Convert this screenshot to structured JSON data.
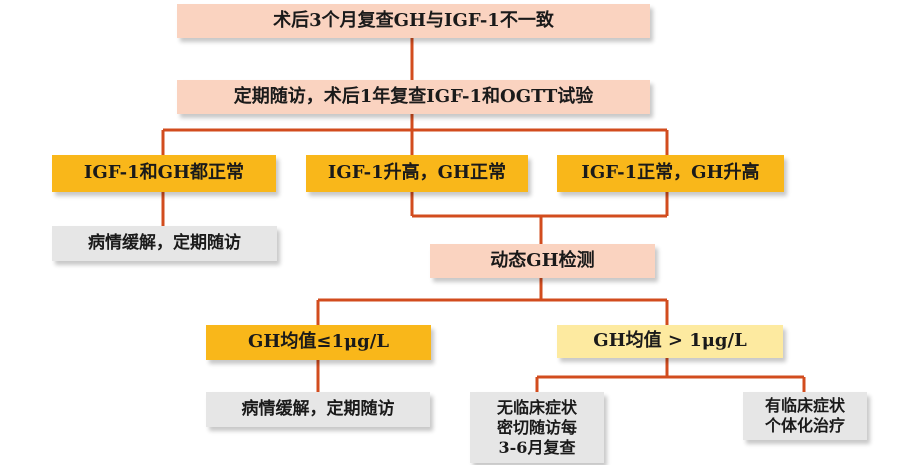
{
  "top_box": "术后3个月复查GH与IGF-1不一致",
  "followup_box": "定期随访，术后1年复查IGF-1和OGTT试验",
  "branch_normal": "IGF-1和GH都正常",
  "branch_igf_high": "IGF-1升高，GH正常",
  "branch_gh_high": "IGF-1正常，GH升高",
  "remission_left": "病情缓解，定期随访",
  "dynamic_gh": "动态GH检测",
  "gh_low": "GH均值≤1μg/L",
  "gh_high": "GH均值 > 1μg/L",
  "remission_lower": "病情缓解，定期随访",
  "no_symptoms": "无临床症状\n密切随访每\n3-6月复查",
  "with_symptoms": "有临床症状\n个体化治疗",
  "colors": {
    "peach": "#fad3c0",
    "orange": "#f9b71a",
    "light_yellow": "#fdeaa0",
    "gray": "#e6e6e6",
    "connector": "#d24c1e"
  }
}
